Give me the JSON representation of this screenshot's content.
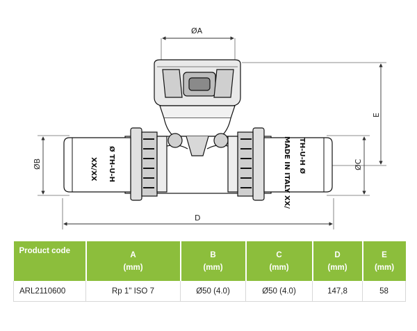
{
  "drawing": {
    "labels": {
      "a": "ØA",
      "b": "ØB",
      "c": "ØC",
      "d": "D",
      "e": "E"
    },
    "stamps": {
      "left_1": "Ø TH-U-H",
      "left_2": "XX/XX",
      "right_1": "TH-U-H Ø",
      "right_2": "MADE IN ITALY XX/"
    }
  },
  "table": {
    "headers": [
      {
        "label": "Product code",
        "unit": ""
      },
      {
        "label": "A",
        "unit": "(mm)"
      },
      {
        "label": "B",
        "unit": "(mm)"
      },
      {
        "label": "C",
        "unit": "(mm)"
      },
      {
        "label": "D",
        "unit": "(mm)"
      },
      {
        "label": "E",
        "unit": "(mm)"
      }
    ],
    "row": [
      "ARL2110600",
      "Rp 1\" ISO 7",
      "Ø50 (4.0)",
      "Ø50 (4.0)",
      "147,8",
      "58"
    ]
  }
}
